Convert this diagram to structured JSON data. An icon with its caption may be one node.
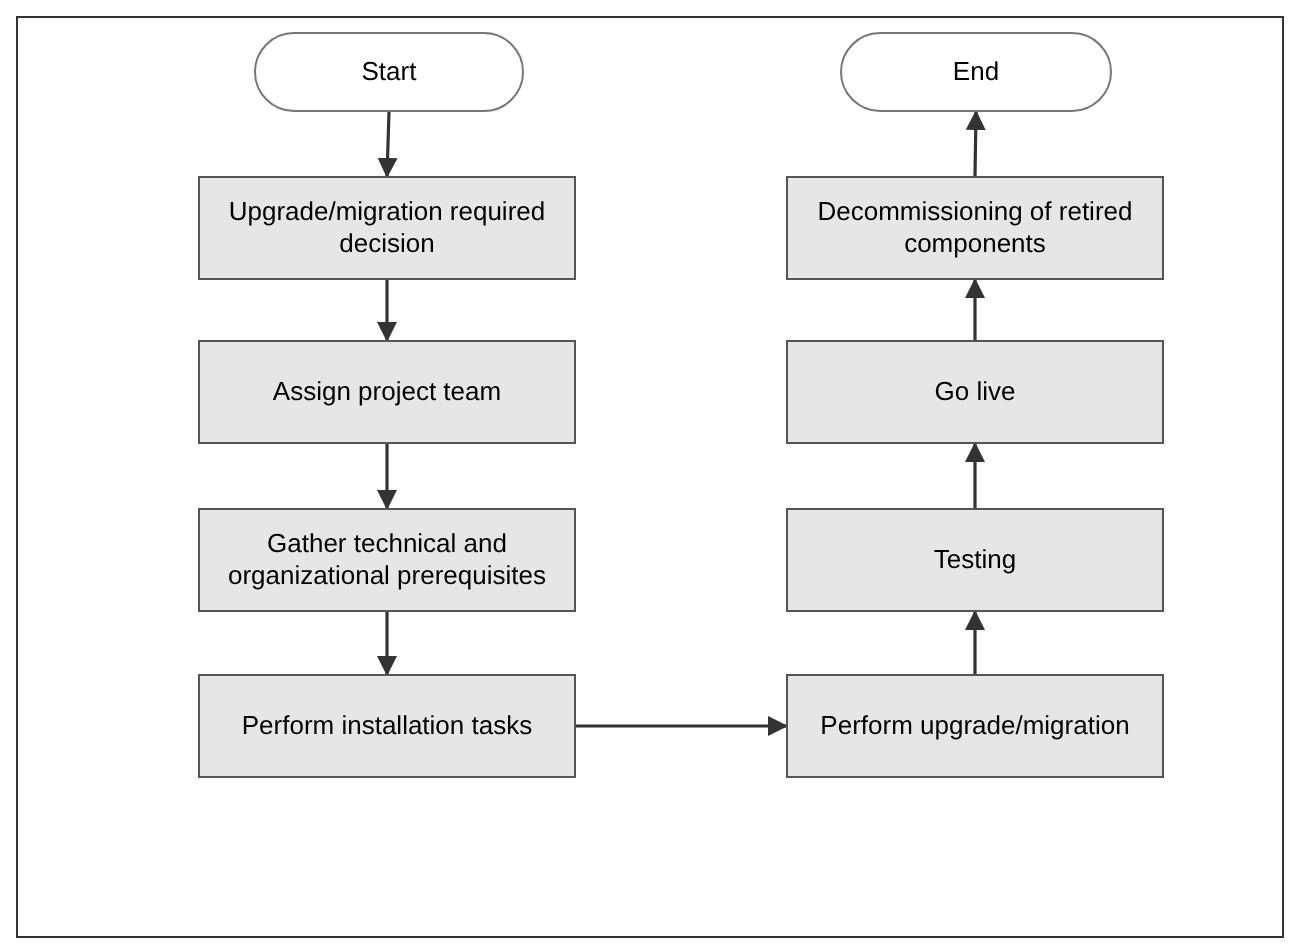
{
  "diagram": {
    "nodes": [
      {
        "text": [
          "Start"
        ]
      },
      {
        "text": [
          "Upgrade/migration required decision"
        ]
      },
      {
        "text": [
          "Assign project team"
        ]
      },
      {
        "text": [
          "Gather technical and organizational prerequisites"
        ]
      },
      {
        "text": [
          "Perform installation tasks"
        ]
      },
      {
        "text": [
          "Perform upgrade/migration"
        ]
      },
      {
        "text": [
          "Testing"
        ]
      },
      {
        "text": [
          "Go live"
        ]
      },
      {
        "text": [
          "Decommissioning of retired components"
        ]
      },
      {
        "text": [
          "End"
        ]
      }
    ],
    "edges": [
      {
        "from": 0,
        "to": 1,
        "arrow": "to"
      },
      {
        "from": 1,
        "to": 2,
        "arrow": "to"
      },
      {
        "from": 2,
        "to": 3,
        "arrow": "to"
      },
      {
        "from": 3,
        "to": 4,
        "arrow": "to"
      },
      {
        "from": 4,
        "to": 5,
        "arrow": "to"
      },
      {
        "from": 5,
        "to": 6,
        "arrow": "to"
      },
      {
        "from": 6,
        "to": 7,
        "arrow": "to"
      },
      {
        "from": 7,
        "to": 8,
        "arrow": "to"
      },
      {
        "from": 8,
        "to": 9,
        "arrow": "to"
      }
    ]
  }
}
